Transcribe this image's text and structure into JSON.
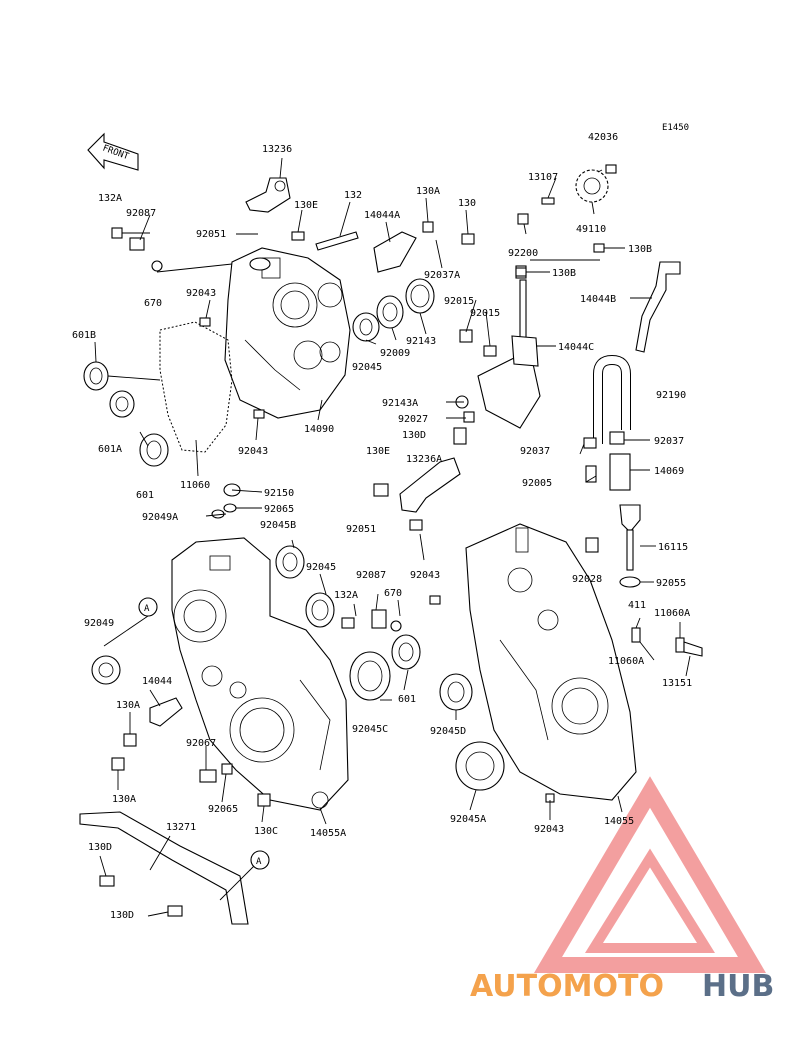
{
  "diagram_code": "E1450",
  "front_label": "FRONT",
  "circle_ref": "A",
  "watermark": {
    "part1": "AUTOMOTO",
    "part2": "HUB"
  },
  "labels": {
    "l13236": "13236",
    "l132A_top": "132A",
    "l92087_top": "92087",
    "l92051_top": "92051",
    "l130E_top": "130E",
    "l132": "132",
    "l14044A": "14044A",
    "l130A_top": "130A",
    "l130_top": "130",
    "l670_top": "670",
    "l92043_a": "92043",
    "l601B": "601B",
    "l601A": "601A",
    "l601_top": "601",
    "l11060": "11060",
    "l92043_b": "92043",
    "l14090": "14090",
    "l92045_top": "92045",
    "l92009": "92009",
    "l92143": "92143",
    "l92015_a": "92015",
    "l92015_b": "92015",
    "l92037A": "92037A",
    "l13107": "13107",
    "l42036": "42036",
    "l49110": "49110",
    "l92200": "92200",
    "l130B_a": "130B",
    "l130B_b": "130B",
    "l14044B": "14044B",
    "l14044C": "14044C",
    "l92190": "92190",
    "l92143A": "92143A",
    "l92027": "92027",
    "l130D_mid": "130D",
    "l130E_mid": "130E",
    "l13236A": "13236A",
    "l92037_a": "92037",
    "l92037_b": "92037",
    "l92005": "92005",
    "l14069": "14069",
    "l92150": "92150",
    "l92049A": "92049A",
    "l92065_top": "92065",
    "l92045B": "92045B",
    "l92051_mid": "92051",
    "l16115": "16115",
    "l92045_mid": "92045",
    "l92087_mid": "92087",
    "l92043_c": "92043",
    "l92028": "92028",
    "l92055": "92055",
    "l132A_mid": "132A",
    "l670_mid": "670",
    "l411": "411",
    "l11060A_a": "11060A",
    "l11060A_b": "11060A",
    "l92049": "92049",
    "l13151": "13151",
    "l14044": "14044",
    "l601_mid": "601",
    "l130A_a": "130A",
    "l92045C": "92045C",
    "l92045D": "92045D",
    "l92067": "92067",
    "l130A_b": "130A",
    "l92065_bot": "92065",
    "l130C": "130C",
    "l14055A": "14055A",
    "l92045A": "92045A",
    "l92043_d": "92043",
    "l14055": "14055",
    "l13271": "13271",
    "l130D_a": "130D",
    "l130D_b": "130D"
  }
}
